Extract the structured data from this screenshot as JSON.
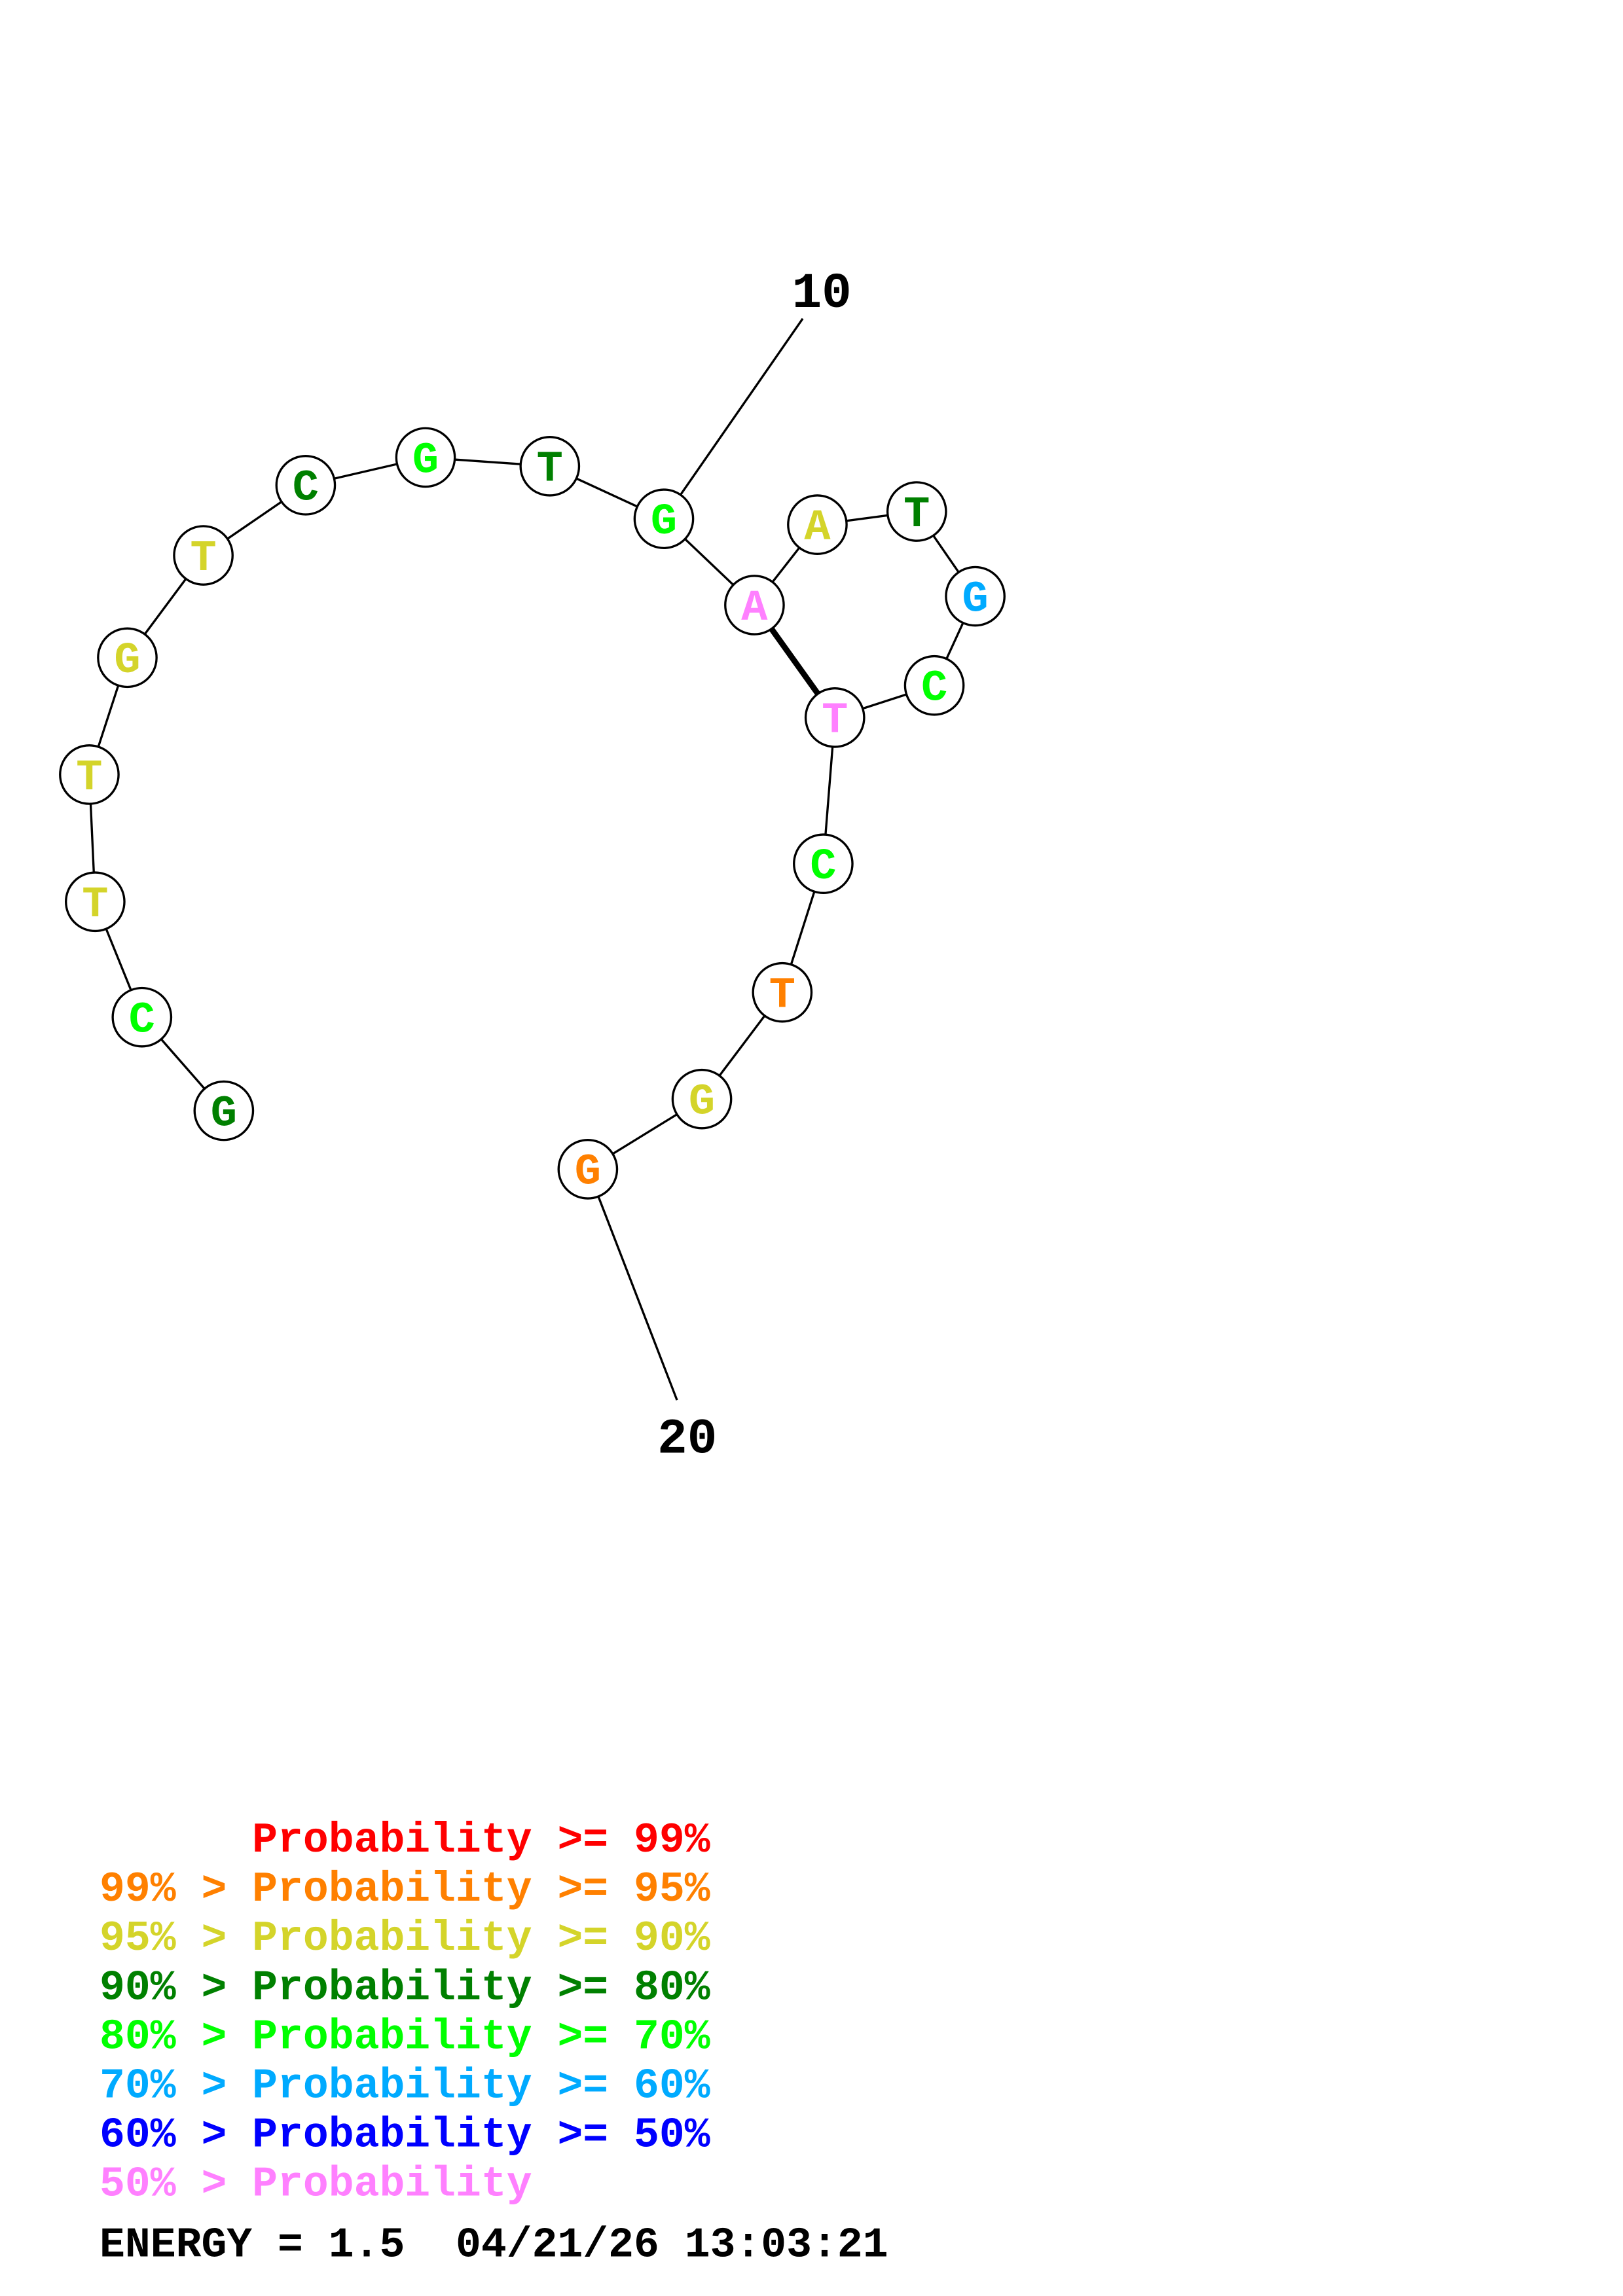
{
  "structure": {
    "sequence": [
      "G",
      "C",
      "T",
      "T",
      "G",
      "T",
      "C",
      "G",
      "T",
      "G",
      "A",
      "A",
      "T",
      "G",
      "C",
      "T",
      "C",
      "T",
      "G",
      "G"
    ],
    "probability_class": [
      "p80_90",
      "p70_80",
      "p90_95",
      "p90_95",
      "p90_95",
      "p90_95",
      "p80_90",
      "p70_80",
      "p80_90",
      "p70_80",
      "lt50",
      "p90_95",
      "p80_90",
      "p60_70",
      "p70_80",
      "lt50",
      "p70_80",
      "p95_99",
      "p90_95",
      "p95_99"
    ],
    "pairs": [
      [
        11,
        16
      ]
    ],
    "position_labels": [
      {
        "index": 10,
        "text": "10"
      },
      {
        "index": 20,
        "text": "20"
      }
    ]
  },
  "colors": {
    "ge99": "#ff0000",
    "p95_99": "#ff8000",
    "p90_95": "#d4d42a",
    "p80_90": "#008000",
    "p70_80": "#00ff00",
    "p60_70": "#00aaff",
    "p50_60": "#0000ff",
    "lt50": "#ff80ff"
  },
  "legend": [
    {
      "key": "ge99",
      "text": "      Probability >= 99%"
    },
    {
      "key": "p95_99",
      "text": "99% > Probability >= 95%"
    },
    {
      "key": "p90_95",
      "text": "95% > Probability >= 90%"
    },
    {
      "key": "p80_90",
      "text": "90% > Probability >= 80%"
    },
    {
      "key": "p70_80",
      "text": "80% > Probability >= 70%"
    },
    {
      "key": "p60_70",
      "text": "70% > Probability >= 60%"
    },
    {
      "key": "p50_60",
      "text": "60% > Probability >= 50%"
    },
    {
      "key": "lt50",
      "text": "50% > Probability"
    }
  ],
  "footer": {
    "energy_text": "ENERGY = 1.5  04/21/26 13:03:21"
  }
}
